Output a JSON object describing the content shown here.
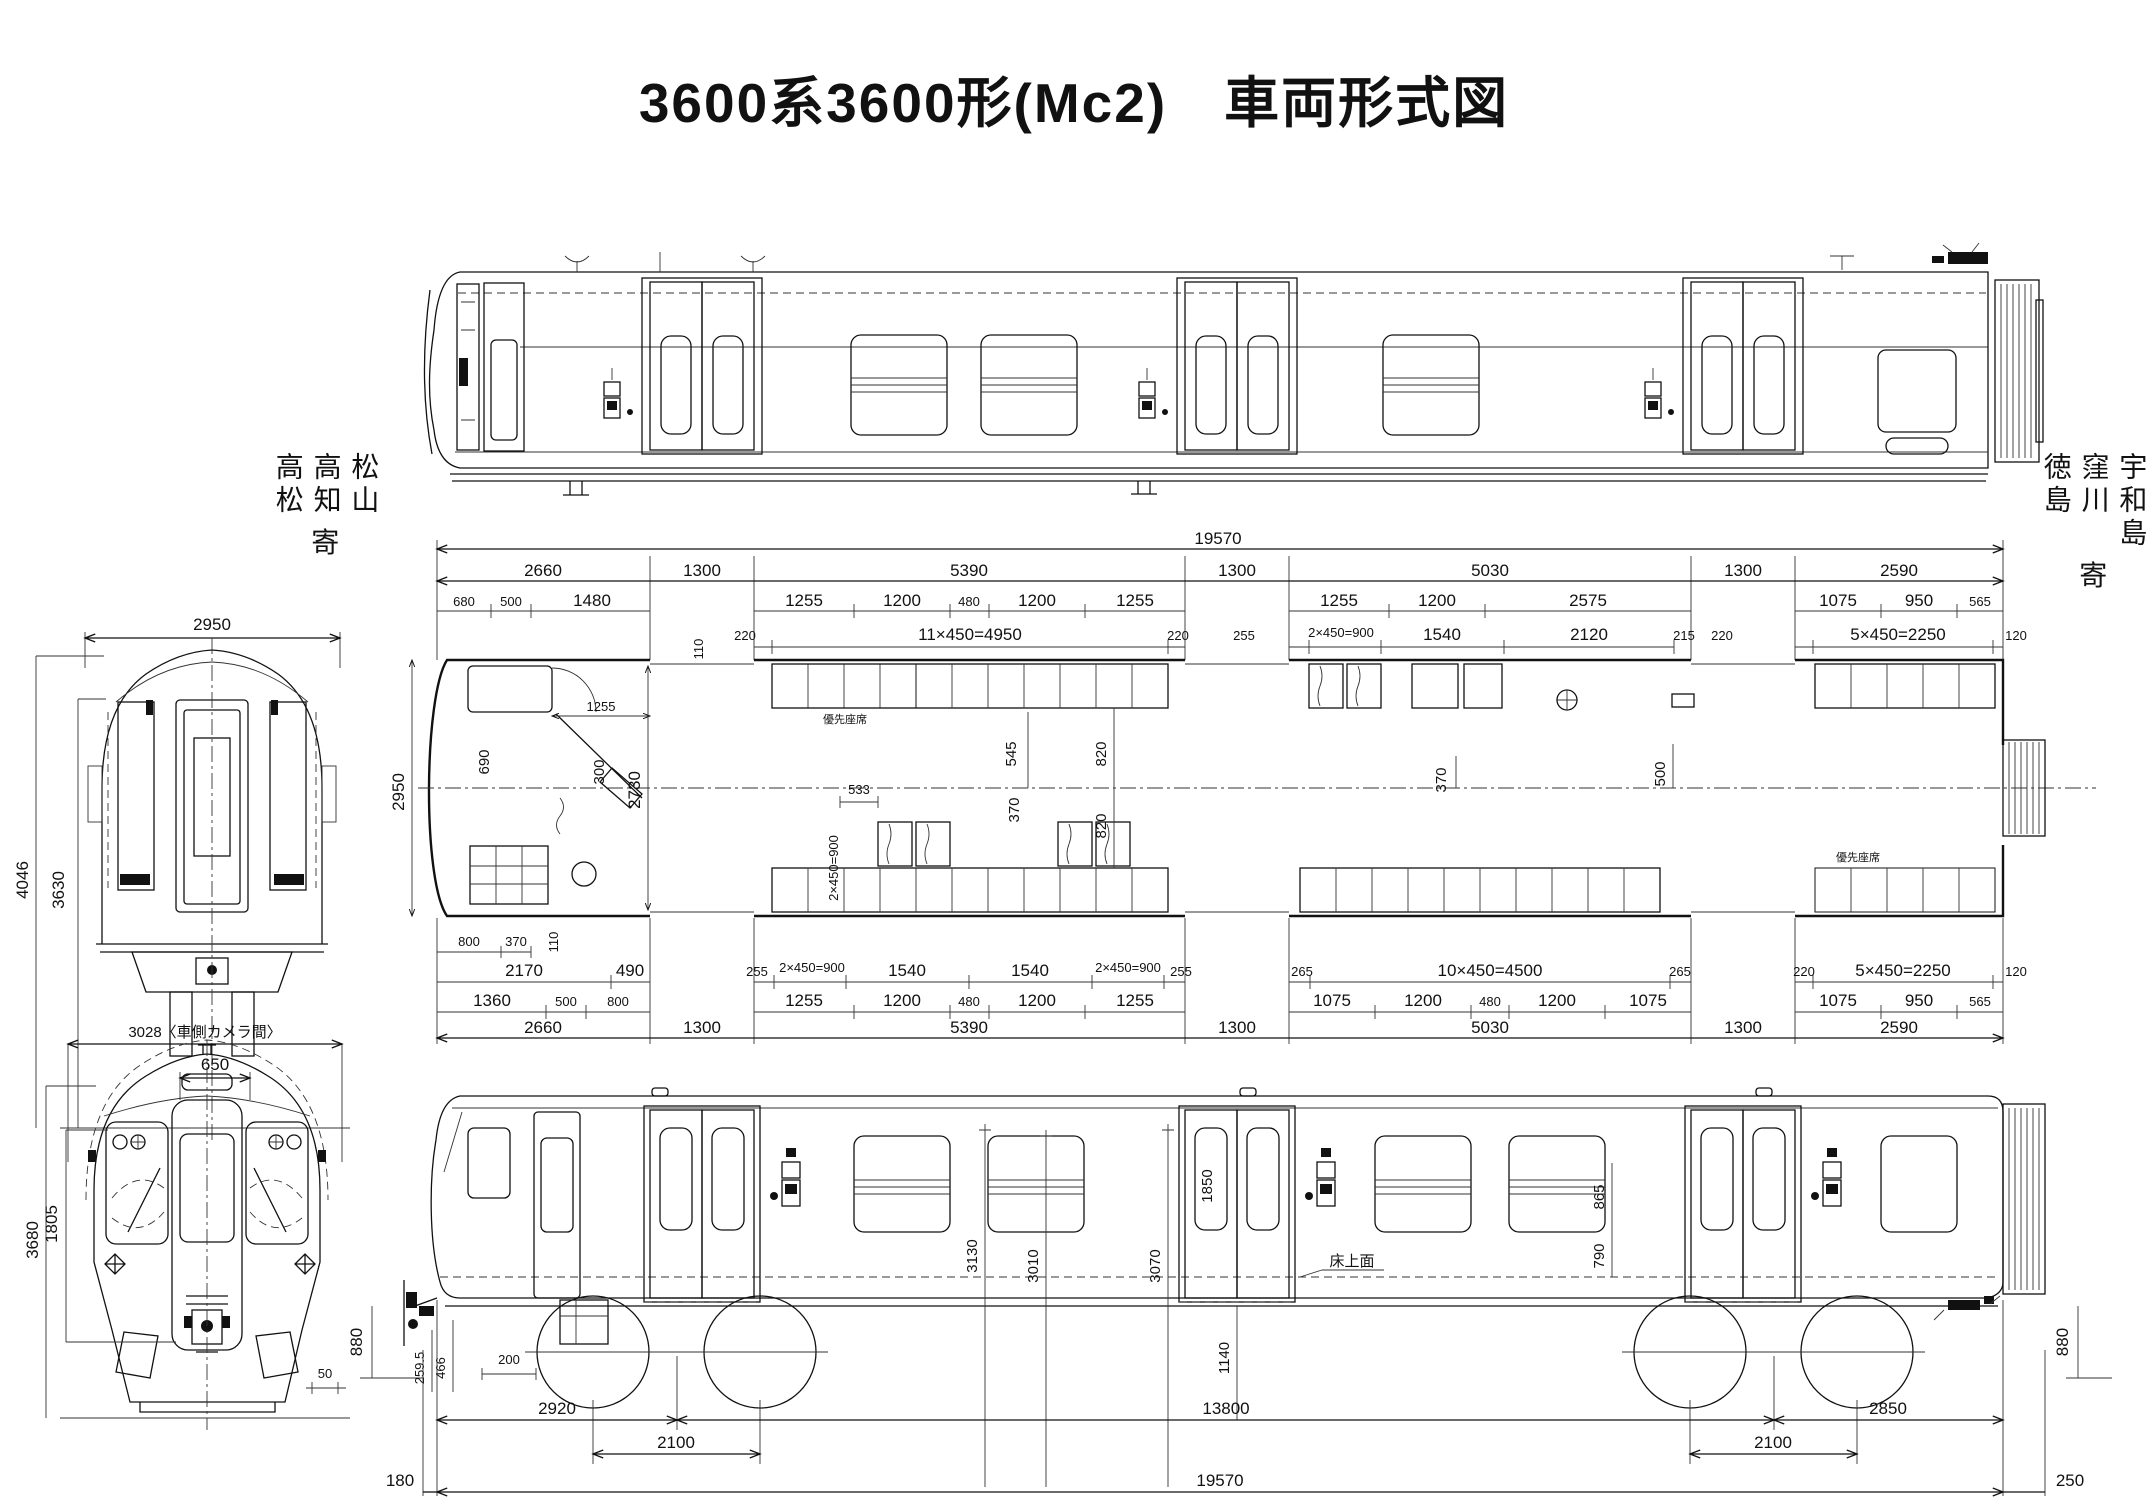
{
  "title": "3600系3600形(Mc2)　車両形式図",
  "directions": {
    "left_cols": [
      "高松",
      "高知",
      "松山"
    ],
    "left_suffix": "寄",
    "right_cols": [
      "徳島",
      "窪川",
      "宇和島"
    ],
    "right_suffix": "寄"
  },
  "rear_end_view": {
    "width": "2950",
    "full_height": "4046",
    "body_height": "3630"
  },
  "front_end_view": {
    "camera_span": "3028〈車側カメラ間〉",
    "sign_width": "650",
    "full_height": "3680",
    "window_height": "1805",
    "clearance": "50"
  },
  "floor_plan": {
    "total_length": "19570",
    "top_segments": [
      "2660",
      "1300",
      "5390",
      "1300",
      "5030",
      "1300",
      "2590"
    ],
    "top_subdims": [
      "680",
      "500",
      "1480",
      "1255",
      "1200",
      "480",
      "1200",
      "1255",
      "1255",
      "1200",
      "2575",
      "1075",
      "950",
      "565"
    ],
    "top_seatdims": [
      "220",
      "11×450=4950",
      "220",
      "255",
      "2×450=900",
      "1540",
      "2120",
      "215",
      "220",
      "5×450=2250",
      "120"
    ],
    "offset_top": "110",
    "offset_bottom": "110",
    "interior": {
      "d1255": "1255",
      "d690": "690",
      "d300": "300",
      "v2950": "2950",
      "v2730": "2730",
      "d533": "533",
      "v900": "2×450=900",
      "d545": "545",
      "d370a": "370",
      "d820a": "820",
      "d820b": "820",
      "d370b": "370",
      "d500": "500",
      "d800": "800",
      "d370c": "370",
      "priority_label_1": "優先座席",
      "priority_label_2": "優先座席"
    },
    "bottom_row1": [
      "2170",
      "490",
      "255",
      "2×450=900",
      "1540",
      "1540",
      "2×450=900",
      "255",
      "265",
      "10×450=4500",
      "265",
      "220",
      "5×450=2250",
      "120"
    ],
    "bottom_row2": [
      "1360",
      "500",
      "800",
      "1255",
      "1200",
      "480",
      "1200",
      "1255",
      "1075",
      "1200",
      "480",
      "1200",
      "1075",
      "1075",
      "950",
      "565"
    ],
    "bottom_segments": [
      "2660",
      "1300",
      "5390",
      "1300",
      "5030",
      "1300",
      "2590"
    ]
  },
  "side_elevation": {
    "v880_left": "880",
    "d259": "259.5",
    "d466": "466",
    "d200": "200",
    "v3130": "3130",
    "v3010": "3010",
    "v3070": "3070",
    "v1850": "1850",
    "v1140": "1140",
    "v865": "865",
    "v790": "790",
    "v880_right": "880",
    "floor_label": "床上面",
    "bogie_row": [
      "2920",
      "13800",
      "2850"
    ],
    "axle_row": [
      "2100",
      "2100"
    ],
    "total_row": [
      "180",
      "19570",
      "250"
    ]
  }
}
